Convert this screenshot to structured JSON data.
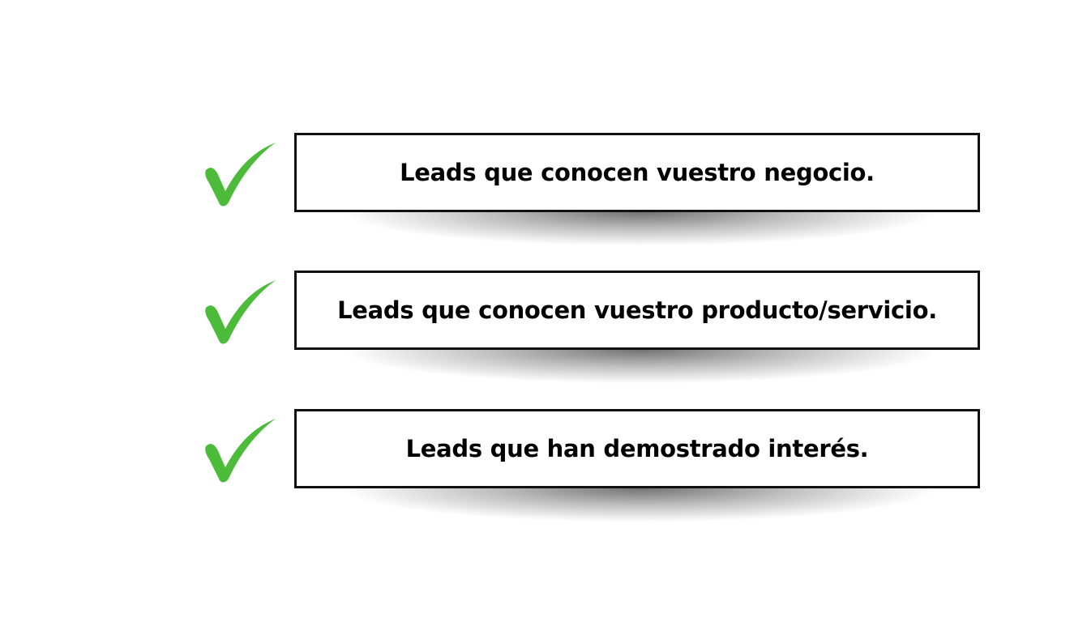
{
  "items": [
    {
      "label": "Leads que conocen vuestro negocio.",
      "icon": "check-icon"
    },
    {
      "label": "Leads que conocen vuestro producto/servicio.",
      "icon": "check-icon"
    },
    {
      "label": "Leads que han demostrado interés.",
      "icon": "check-icon"
    }
  ],
  "colors": {
    "check": "#4cbb3a",
    "border": "#111111"
  }
}
